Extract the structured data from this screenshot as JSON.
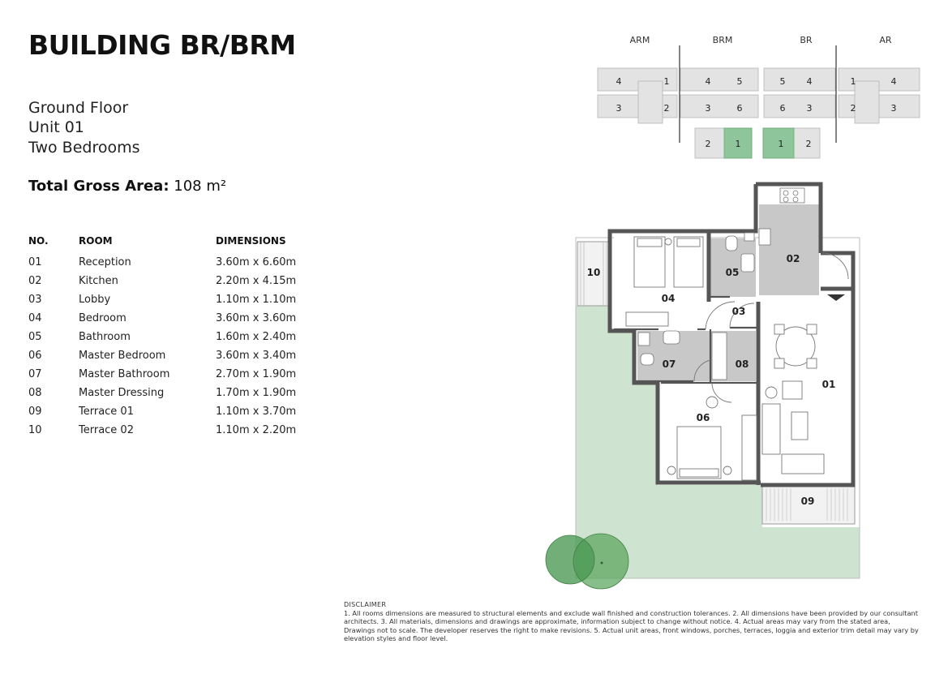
{
  "title": "BUILDING BR/BRM",
  "unit": {
    "floor": "Ground Floor",
    "unit": "Unit 01",
    "bedrooms": "Two Bedrooms"
  },
  "area": {
    "label": "Total Gross Area:",
    "value": "108 m²"
  },
  "table": {
    "headers": [
      "NO.",
      "ROOM",
      "DIMENSIONS"
    ],
    "rows": [
      [
        "01",
        "Reception",
        "3.60m x 6.60m"
      ],
      [
        "02",
        "Kitchen",
        "2.20m x 4.15m"
      ],
      [
        "03",
        "Lobby",
        "1.10m x 1.10m"
      ],
      [
        "04",
        "Bedroom",
        "3.60m x 3.60m"
      ],
      [
        "05",
        "Bathroom",
        "1.60m x 2.40m"
      ],
      [
        "06",
        "Master Bedroom",
        "3.60m x 3.40m"
      ],
      [
        "07",
        "Master Bathroom",
        "2.70m x 1.90m"
      ],
      [
        "08",
        "Master Dressing",
        "1.70m x 1.90m"
      ],
      [
        "09",
        "Terrace 01",
        "1.10m x 3.70m"
      ],
      [
        "10",
        "Terrace 02",
        "1.10m x 2.20m"
      ]
    ]
  },
  "key_plan": {
    "sections": [
      "ARM",
      "BRM",
      "BR",
      "AR"
    ],
    "arm_units": [
      "4",
      "1",
      "3",
      "2"
    ],
    "brm_units": [
      "4",
      "5",
      "3",
      "6",
      "2",
      "1"
    ],
    "br_units": [
      "5",
      "4",
      "6",
      "3",
      "1",
      "2"
    ],
    "ar_units": [
      "1",
      "4",
      "2",
      "3"
    ],
    "highlight_color": "#8fc59a"
  },
  "plan": {
    "labels": [
      "01",
      "02",
      "03",
      "04",
      "05",
      "06",
      "07",
      "08",
      "09",
      "10"
    ],
    "garden_color": "#cfe4d0",
    "room_gray": "#c8c8c8",
    "wall_color": "#555555"
  },
  "disclaimer": {
    "heading": "DISCLAIMER",
    "text": "1. All rooms dimensions are measured to structural elements and exclude wall finished and construction tolerances. 2. All dimensions have been provided by our consultant architects. 3. All materials, dimensions and drawings are approximate, information subject to change without notice. 4. Actual areas may vary from the stated area, Drawings not to scale. The developer reserves the right to make revisions. 5. Actual unit areas, front windows, porches, terraces, loggia and exterior trim detail may vary by elevation styles and floor level."
  }
}
